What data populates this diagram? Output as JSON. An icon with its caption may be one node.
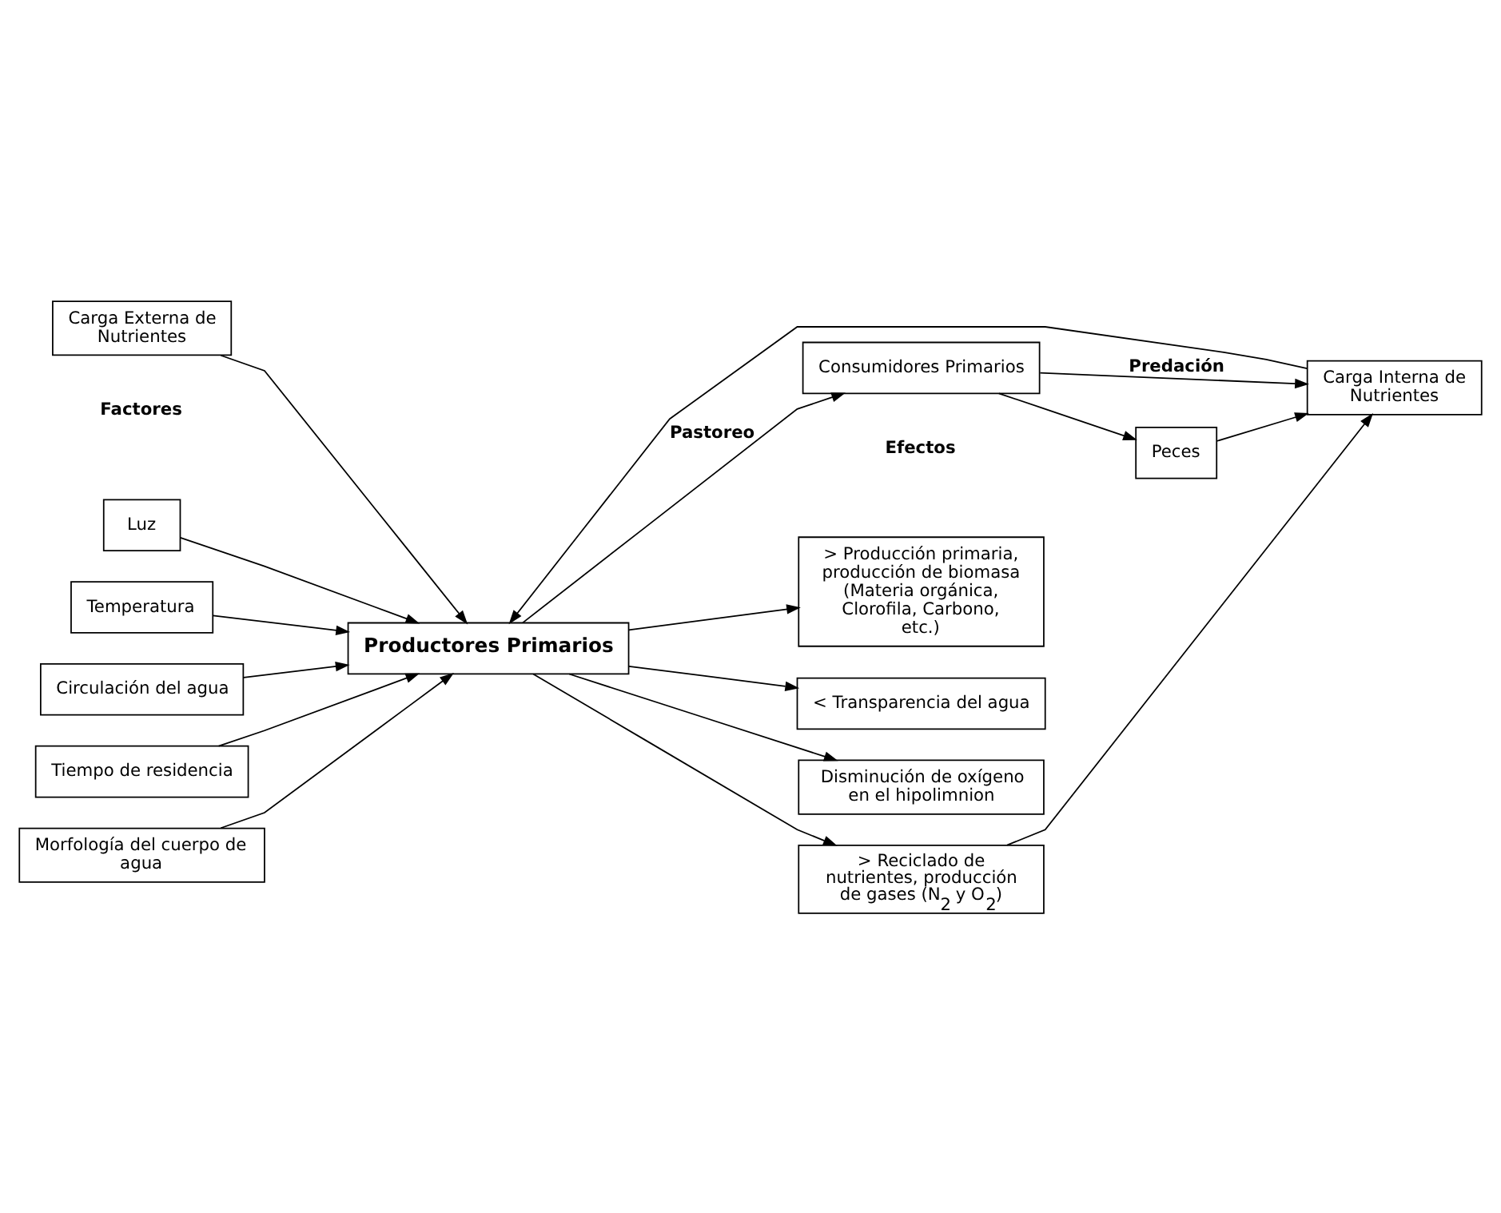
{
  "diagram": {
    "nodes": [
      {
        "text": [
          "Carga Externa de Nutrientes"
        ]
      },
      {
        "text": [
          "Carga Interna de Nutrientes"
        ]
      },
      {
        "text": [
          "Productores Primarios"
        ]
      },
      {
        "text": [
          "Consumidores Primarios"
        ]
      },
      {
        "text": [
          "Peces"
        ]
      },
      {
        "text": [
          "Luz"
        ]
      },
      {
        "text": [
          "Temperatura"
        ]
      },
      {
        "text": [
          "Circulación del agua"
        ]
      },
      {
        "text": [
          "Tiempo de residencia"
        ]
      },
      {
        "text": [
          "Morfología del cuerpo de agua"
        ]
      },
      {
        "text": [
          "> Producción primaria, producción de biomasa (Materia orgánica, Clorofila, Carbono, etc.)"
        ]
      },
      {
        "text": [
          "< Transparencia del agua"
        ]
      },
      {
        "text": [
          "Disminución de oxígeno en el hipolimnion"
        ]
      },
      {
        "text": [
          "> Reciclado de nutrientes, producción de gases (N$_{2}$ y O$_{2}$)"
        ]
      }
    ],
    "edges": [
      {
        "from": 0,
        "to": 2,
        "arrow": "to"
      },
      {
        "from": 1,
        "to": 2,
        "arrow": "to"
      },
      {
        "from": 2,
        "to": 3,
        "arrow": "to",
        "label": "Pastoreo"
      },
      {
        "from": 3,
        "to": 4,
        "arrow": "to"
      },
      {
        "from": 3,
        "to": 1,
        "arrow": "to",
        "label": "Predación"
      },
      {
        "from": 4,
        "to": 1,
        "arrow": "to"
      },
      {
        "from": 13,
        "to": 1,
        "arrow": "to"
      },
      {
        "from": 5,
        "to": 2,
        "arrow": "to"
      },
      {
        "from": 6,
        "to": 2,
        "arrow": "to"
      },
      {
        "from": 7,
        "to": 2,
        "arrow": "to"
      },
      {
        "from": 8,
        "to": 2,
        "arrow": "to"
      },
      {
        "from": 9,
        "to": 2,
        "arrow": "to"
      },
      {
        "from": 2,
        "to": 10,
        "arrow": "to"
      },
      {
        "from": 2,
        "to": 11,
        "arrow": "to"
      },
      {
        "from": 2,
        "to": 12,
        "arrow": "to"
      },
      {
        "from": 2,
        "to": 13,
        "arrow": "to"
      }
    ],
    "labels": [
      "Factores",
      "Efectos"
    ]
  }
}
